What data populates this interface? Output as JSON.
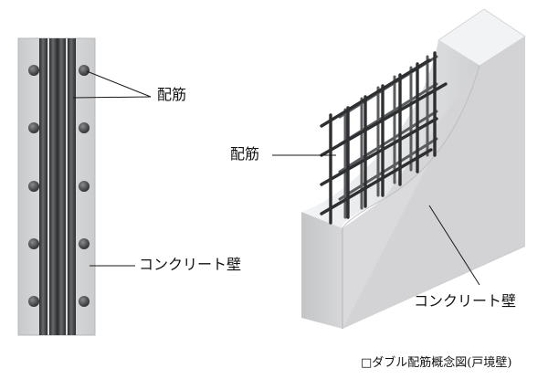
{
  "labels": {
    "left_rebar": "配筋",
    "left_wall": "コンクリート壁",
    "right_rebar": "配筋",
    "right_wall": "コンクリート壁"
  },
  "caption": "□ダブル配筋概念図(戸境壁)",
  "colors": {
    "wall_face": "#d7d8da",
    "wall_light": "#eeeff0",
    "wall_dark": "#b9bbbd",
    "rebar": "#3c3d3f",
    "leader": "#1a1a1a"
  }
}
